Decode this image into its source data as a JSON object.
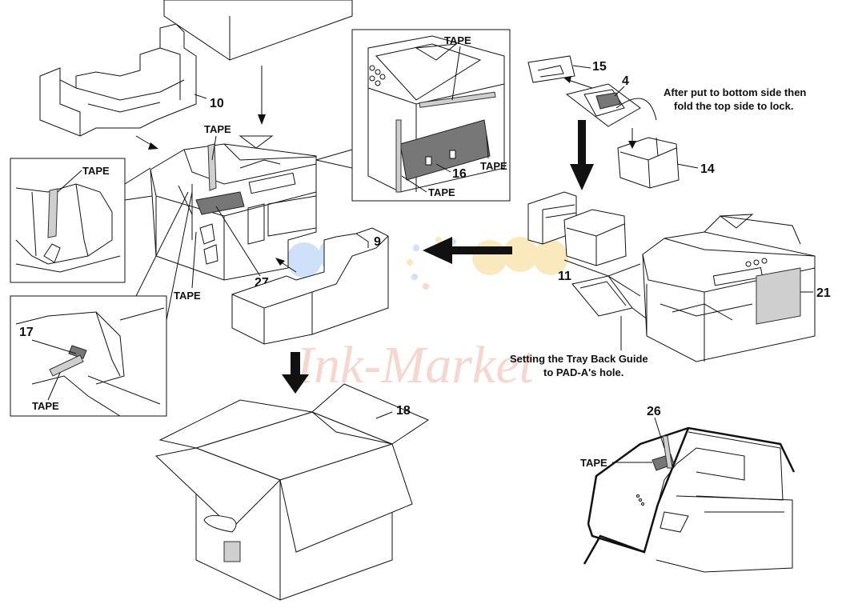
{
  "labels": {
    "tape": "TAPE",
    "part_4": "4",
    "part_9": "9",
    "part_10": "10",
    "part_11": "11",
    "part_14": "14",
    "part_15": "15",
    "part_16": "16",
    "part_17": "17",
    "part_18": "18",
    "part_21": "21",
    "part_26": "26",
    "part_27": "27"
  },
  "notes": {
    "fold_line1": "After put to bottom side then",
    "fold_line2": "fold the top side to lock.",
    "tray_line1": "Setting the Tray Back Guide",
    "tray_line2": "to PAD-A's hole."
  },
  "watermark": {
    "text": "Ink-Market",
    "colors": [
      "#f7b7a3",
      "#a9c7f5",
      "#f8d88a"
    ]
  }
}
